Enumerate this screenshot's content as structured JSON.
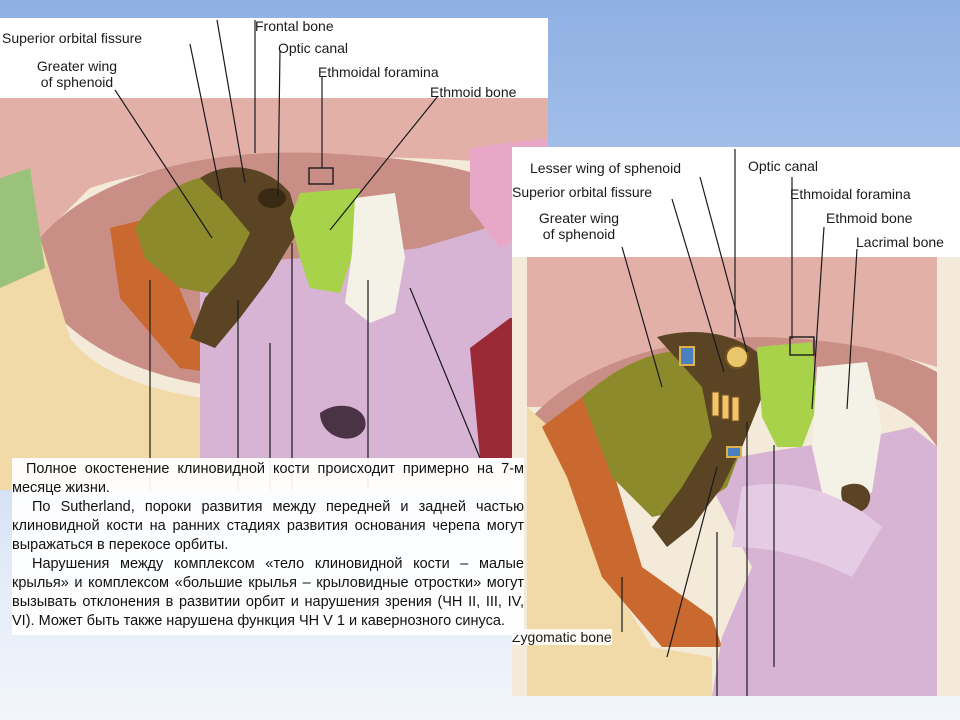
{
  "left_diagram": {
    "labels": {
      "superior_orbital_fissure": "Superior orbital fissure",
      "greater_wing": "Greater wing\nof sphenoid",
      "frontal_bone": "Frontal bone",
      "optic_canal": "Optic canal",
      "ethmoidal_foramina": "Ethmoidal foramina",
      "ethmoid_bone": "Ethmoid bone"
    }
  },
  "right_diagram": {
    "labels": {
      "lesser_wing": "Lesser wing of sphenoid",
      "optic_canal": "Optic canal",
      "superior_orbital_fissure": "Superior orbital fissure",
      "ethmoidal_foramina": "Ethmoidal foramina",
      "greater_wing": "Greater wing\nof sphenoid",
      "ethmoid_bone": "Ethmoid bone",
      "lacrimal_bone": "Lacrimal bone",
      "zygomatic_bone": "Zygomatic bone"
    }
  },
  "text": {
    "p1": "Полное окостенение клиновидной кости происходит примерно на 7-м месяце жизни.",
    "p2": "По Sutherland, пороки развития между передней и задней частью клиновидной кости на ранних стадиях развития основания черепа могут выражаться в перекосе орбиты.",
    "p3": "Нарушения между комплексом «тело клиновидной кости – малые крылья» и комплексом «большие крылья – крыловидные отростки» могут вызывать отклонения в развитии орбит и нарушения зрения (ЧН II, III, IV, VI). Может быть также нарушена функция ЧН V 1 и кавернозного синуса."
  },
  "colors": {
    "frontal": "#e3b0a8",
    "greater_wing": "#8c8a2a",
    "lesser_wing": "#5a4424",
    "ethmoid": "#a8d24a",
    "lacrimal": "#f4f1e6",
    "maxilla": "#d8b4d4",
    "zygomatic": "#f1d9a8",
    "palatine": "#c9682f"
  }
}
